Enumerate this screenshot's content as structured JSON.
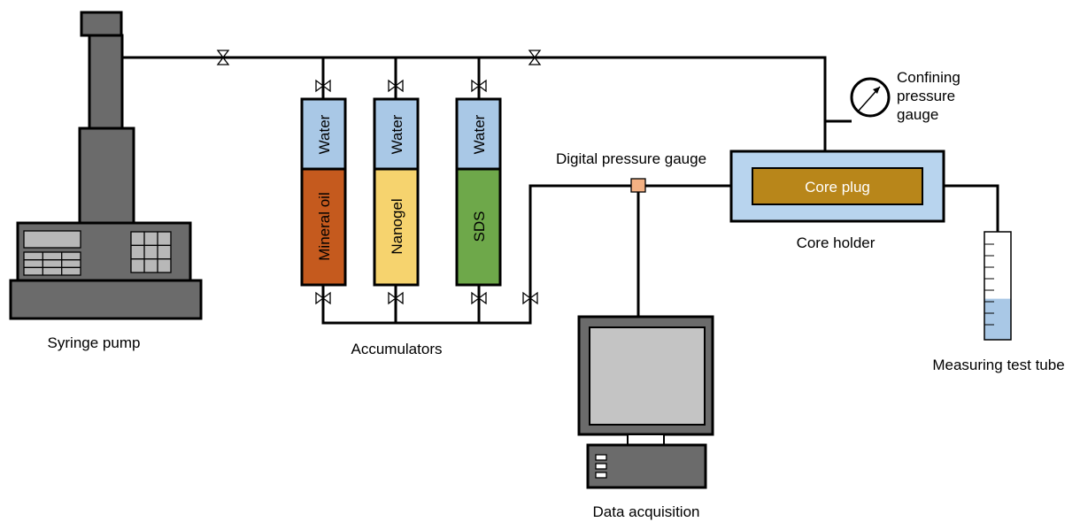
{
  "labels": {
    "syringe_pump": "Syringe pump",
    "accumulators": "Accumulators",
    "digital_gauge": "Digital pressure gauge",
    "confining_line1": "Confining",
    "confining_line2": "pressure",
    "confining_line3": "gauge",
    "core_plug": "Core plug",
    "core_holder": "Core holder",
    "data_acquisition": "Data acquisition",
    "test_tube": "Measuring test tube"
  },
  "accumulators": [
    {
      "top": "Water",
      "bottom": "Mineral oil",
      "top_color": "#a9c8e6",
      "bottom_color": "#c55a1e"
    },
    {
      "top": "Water",
      "bottom": "Nanogel",
      "top_color": "#a9c8e6",
      "bottom_color": "#f6d36e"
    },
    {
      "top": "Water",
      "bottom": "SDS",
      "top_color": "#a9c8e6",
      "bottom_color": "#6ea84a"
    }
  ],
  "colors": {
    "pump": "#6b6b6b",
    "panel": "#b8b8b8",
    "core_holder": "#b8d4ee",
    "core_plug": "#b8861a",
    "digital_gauge": "#f4b183",
    "monitor_screen": "#c4c4c4",
    "tube_fluid": "#a9c8e6"
  },
  "test_tube_fill_fraction": 0.38
}
